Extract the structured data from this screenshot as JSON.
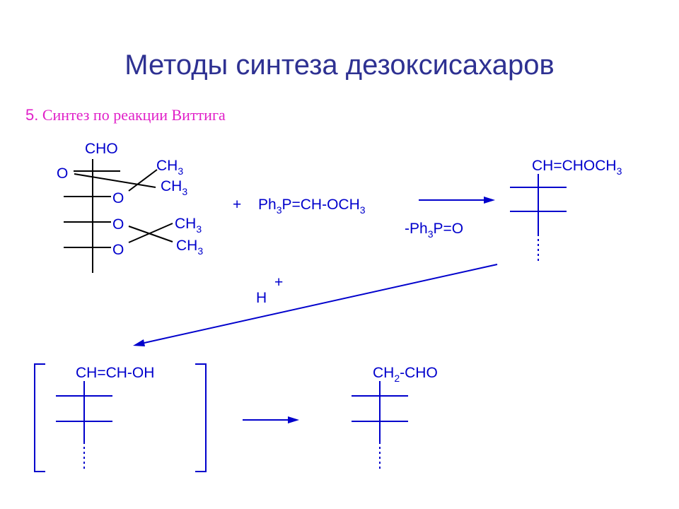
{
  "title": "Методы синтеза дезоксисахаров",
  "subtitle": {
    "number": "5.",
    "text": "Синтез по реакции Виттига"
  },
  "start": {
    "aldehyde": "CHO",
    "o1": "O",
    "o2": "O",
    "o3": "O",
    "o4": "O",
    "me": "CH",
    "me_sub": "3"
  },
  "reagent": {
    "plus": "+",
    "a": "Ph",
    "a_sub": "3",
    "b": "P=CH-OCH",
    "b_sub": "3"
  },
  "byproduct": {
    "a": "-Ph",
    "a_sub": "3",
    "b": "P=O"
  },
  "enol_ether": {
    "a": "CH=CHOCH",
    "a_sub": "3"
  },
  "acid": {
    "h": "H",
    "plus": "+"
  },
  "enol": {
    "text": "CH=CH-OH"
  },
  "product": {
    "a": "CH",
    "a_sub": "2",
    "b": "-CHO"
  },
  "colors": {
    "title": "#2e3192",
    "subtitle": "#e020c8",
    "formula": "#0000cc"
  }
}
